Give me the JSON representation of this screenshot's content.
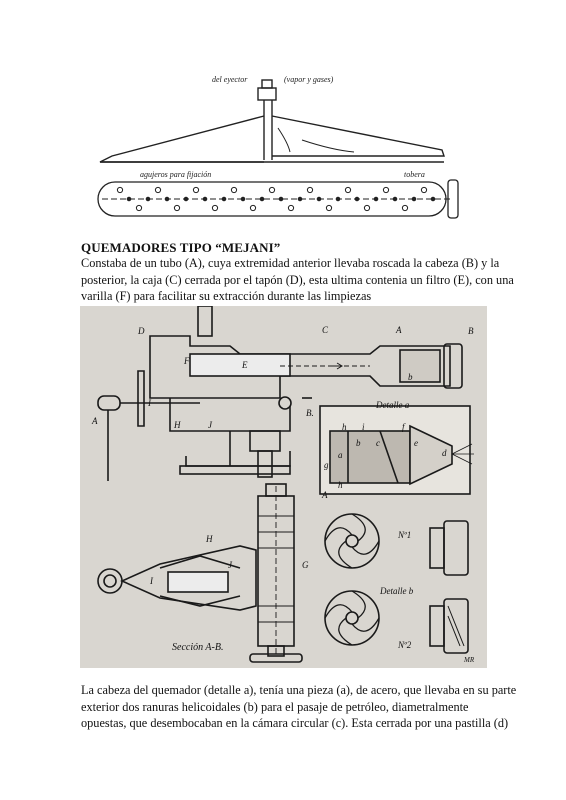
{
  "figure_top": {
    "label_ejector": "del eyector",
    "label_vapor": "(vapor y gases)",
    "label_holes": "agujeros para fijación",
    "label_tobera": "tobera"
  },
  "section_title": "QUEMADORES TIPO “MEJANI”",
  "paragraph1": {
    "lines": [
      "Constaba de un tubo (A), cuya extremidad anterior llevaba roscada la cabeza (B) y la",
      "posterior, la caja (C) cerrada por el tapón (D), esta ultima contenia un filtro (E), con una",
      "varilla (F) para facilitar su extracción durante las limpiezas"
    ]
  },
  "figure_main": {
    "labels": {
      "A": "A",
      "B": "B",
      "C": "C",
      "D": "D",
      "E": "E",
      "F": "F",
      "G": "G",
      "H": "H",
      "I": "I",
      "J": "J",
      "a": "a",
      "b": "b",
      "c": "c",
      "d": "d",
      "e": "e",
      "f": "f",
      "g": "g",
      "h": "h",
      "i": "i",
      "A1": "A",
      "B1": "B.",
      "H2": "H",
      "I2": "I",
      "J2": "J",
      "A2": "A"
    },
    "detalle_a": "Detalle a",
    "detalle_b": "Detalle b",
    "n1": "Nº1",
    "n2": "Nº2",
    "seccion": "Sección A-B.",
    "signature": "MR"
  },
  "paragraph2": {
    "lines": [
      "La cabeza del quemador (detalle a), tenía una pieza (a), de acero, que llevaba en su parte",
      "exterior dos ranuras helicoidales (b) para el pasaje de petróleo, diametralmente",
      "opuestas, que desembocaban en la cámara circular (c). Esta cerrada por una pastilla (d)"
    ]
  }
}
